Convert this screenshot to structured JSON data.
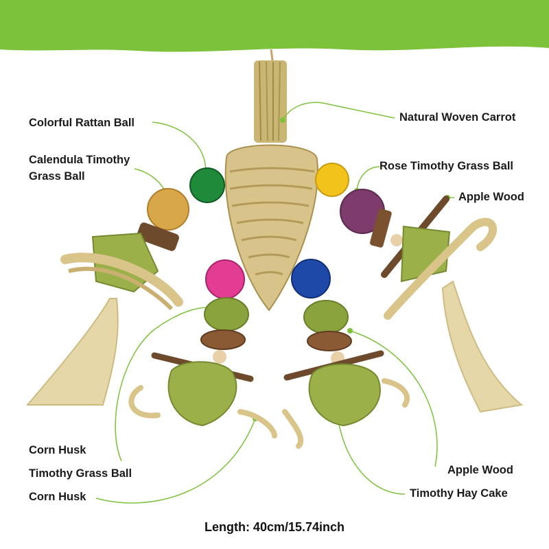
{
  "colors": {
    "top_band": "#7cc23a",
    "leader_line": "#7cc23a",
    "label_text": "#1a1a1a"
  },
  "labels": {
    "colorful_rattan_ball": "Colorful Rattan Ball",
    "calendula_timothy_grass_ball": "Calendula Timothy\nGrass Ball",
    "natural_woven_carrot": "Natural Woven Carrot",
    "rose_timothy_grass_ball": "Rose Timothy Grass Ball",
    "apple_wood_top": "Apple Wood",
    "corn_husk_left": "Corn Husk",
    "timothy_grass_ball": "Timothy Grass Ball",
    "corn_husk_bottom": "Corn Husk",
    "apple_wood_bottom": "Apple Wood",
    "timothy_hay_cake": "Timothy Hay Cake"
  },
  "footer": {
    "length": "Length: 40cm/15.74inch"
  }
}
